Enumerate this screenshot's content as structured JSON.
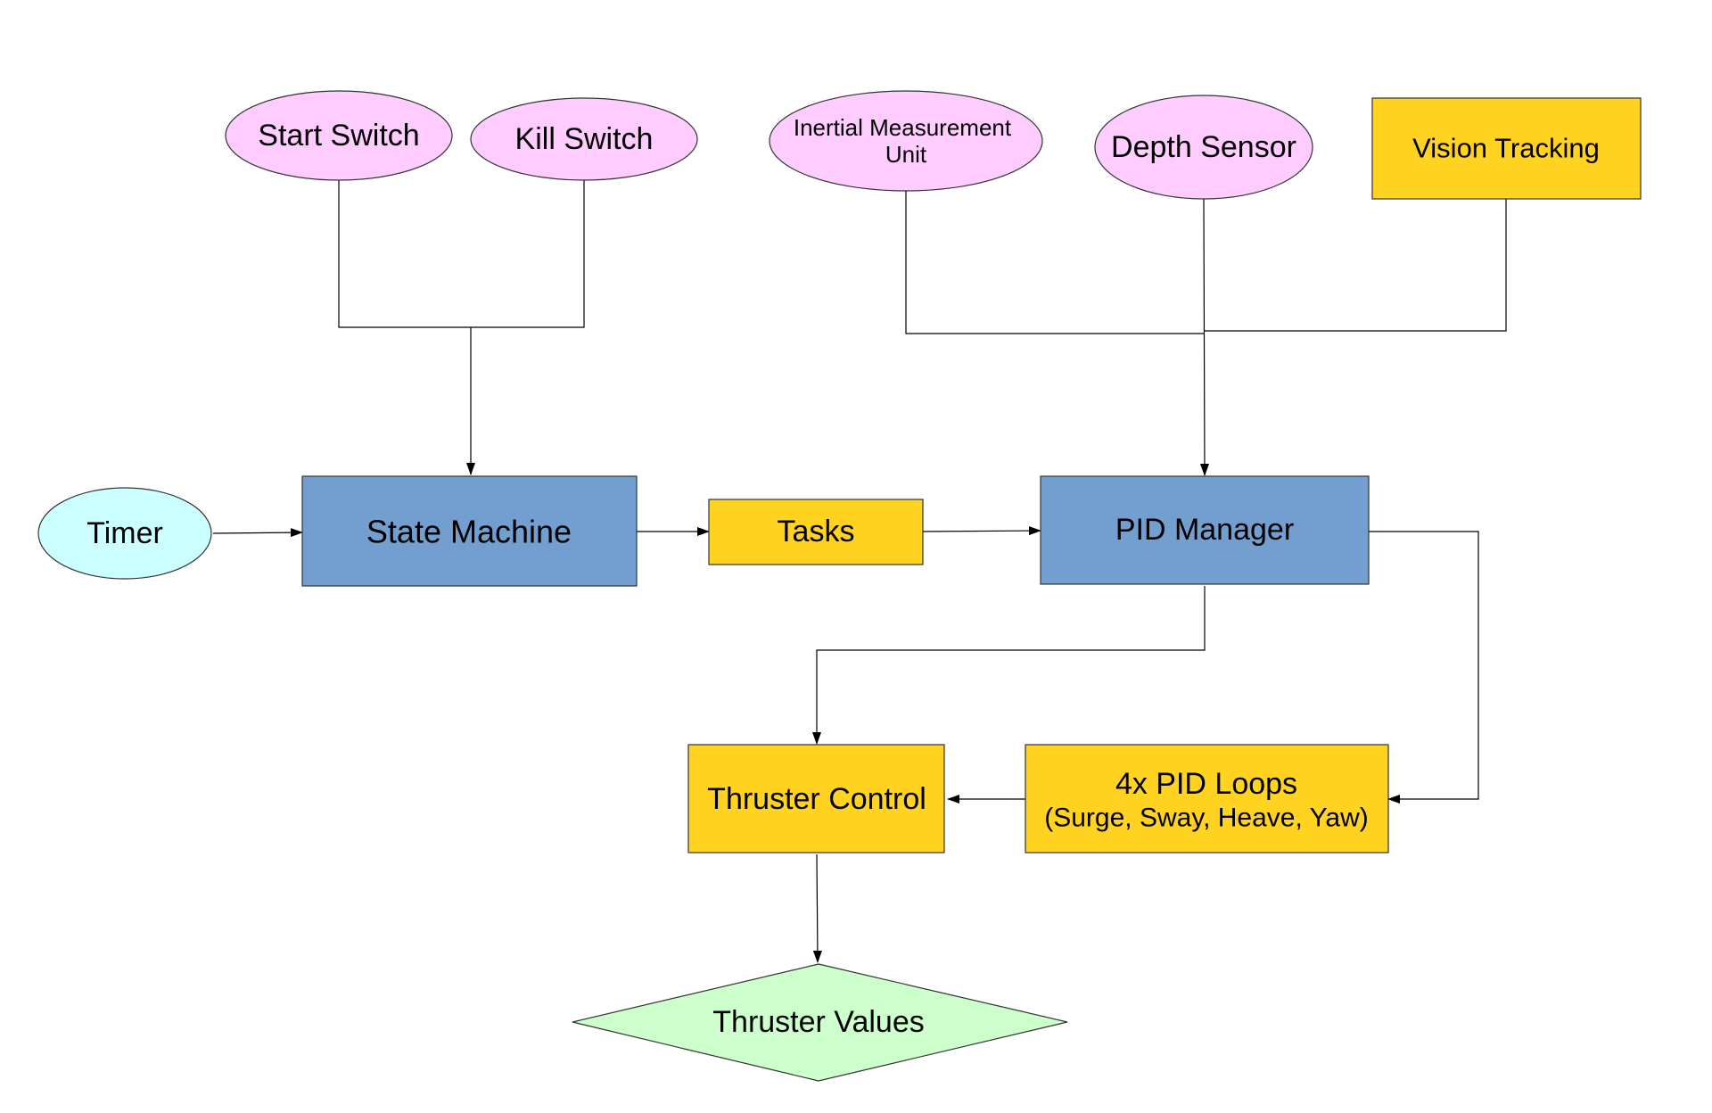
{
  "colors": {
    "sensor_ellipse": "#FFCCFF",
    "timer_ellipse": "#CCFFFF",
    "process_box": "#729FCF",
    "yellow_box": "#FFD320",
    "output_diamond": "#CCFFCC",
    "line": "#000000",
    "border": "#333333"
  },
  "nodes": {
    "start_switch": {
      "shape": "ellipse",
      "label": "Start Switch"
    },
    "kill_switch": {
      "shape": "ellipse",
      "label": "Kill Switch"
    },
    "imu": {
      "shape": "ellipse",
      "label_line1": "Inertial Measurement",
      "label_line2": "Unit"
    },
    "depth_sensor": {
      "shape": "ellipse",
      "label": "Depth Sensor"
    },
    "vision_tracking": {
      "shape": "rectangle",
      "label": "Vision Tracking"
    },
    "timer": {
      "shape": "ellipse",
      "label": "Timer"
    },
    "state_machine": {
      "shape": "rectangle",
      "label": "State Machine"
    },
    "tasks": {
      "shape": "rectangle",
      "label": "Tasks"
    },
    "pid_manager": {
      "shape": "rectangle",
      "label": "PID Manager"
    },
    "thruster_control": {
      "shape": "rectangle",
      "label": "Thruster Control"
    },
    "pid_loops": {
      "shape": "rectangle",
      "label_line1": "4x PID Loops",
      "label_line2": "(Surge, Sway, Heave, Yaw)"
    },
    "thruster_values": {
      "shape": "diamond",
      "label": "Thruster Values"
    }
  },
  "edges": [
    {
      "from": "start_switch",
      "to": "state_machine"
    },
    {
      "from": "kill_switch",
      "to": "state_machine"
    },
    {
      "from": "timer",
      "to": "state_machine"
    },
    {
      "from": "state_machine",
      "to": "tasks"
    },
    {
      "from": "tasks",
      "to": "pid_manager"
    },
    {
      "from": "imu",
      "to": "pid_manager"
    },
    {
      "from": "depth_sensor",
      "to": "pid_manager"
    },
    {
      "from": "vision_tracking",
      "to": "pid_manager"
    },
    {
      "from": "pid_manager",
      "to": "thruster_control"
    },
    {
      "from": "pid_manager",
      "to": "pid_loops"
    },
    {
      "from": "pid_loops",
      "to": "thruster_control"
    },
    {
      "from": "thruster_control",
      "to": "thruster_values"
    }
  ]
}
